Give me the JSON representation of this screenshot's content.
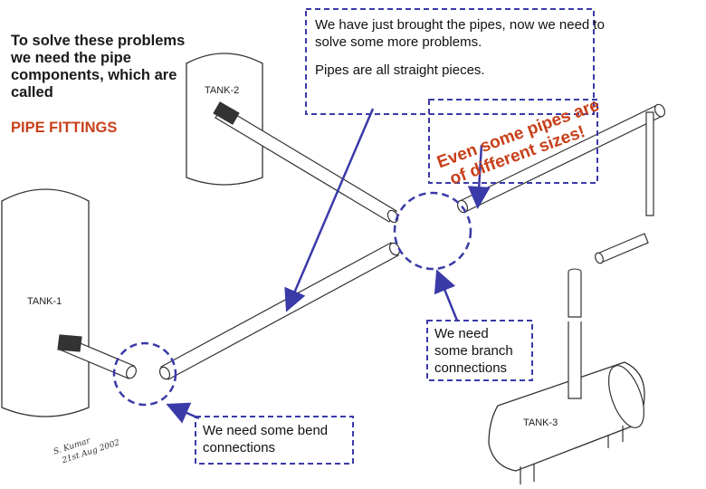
{
  "left_text": {
    "intro": "To solve these problems we need the pipe components, which are called",
    "fittings": "PIPE FITTINGS"
  },
  "top_text": {
    "line1": "We have just brought the pipes, now we need to solve some more problems.",
    "line2": "Pipes are all straight pieces."
  },
  "diagonal_note": {
    "line1": "Even some pipes are",
    "line2": "of different sizes!"
  },
  "callouts": {
    "bend": "We need some bend connections",
    "branch": "We need some branch connections"
  },
  "tanks": {
    "tank1": "TANK-1",
    "tank2": "TANK-2",
    "tank3": "TANK-3"
  },
  "signature": {
    "line1": "S. Kumar",
    "line2": "21st Aug 2002"
  },
  "colors": {
    "callout_blue": "#3a3aa8",
    "accent_text": "#c8401a"
  }
}
